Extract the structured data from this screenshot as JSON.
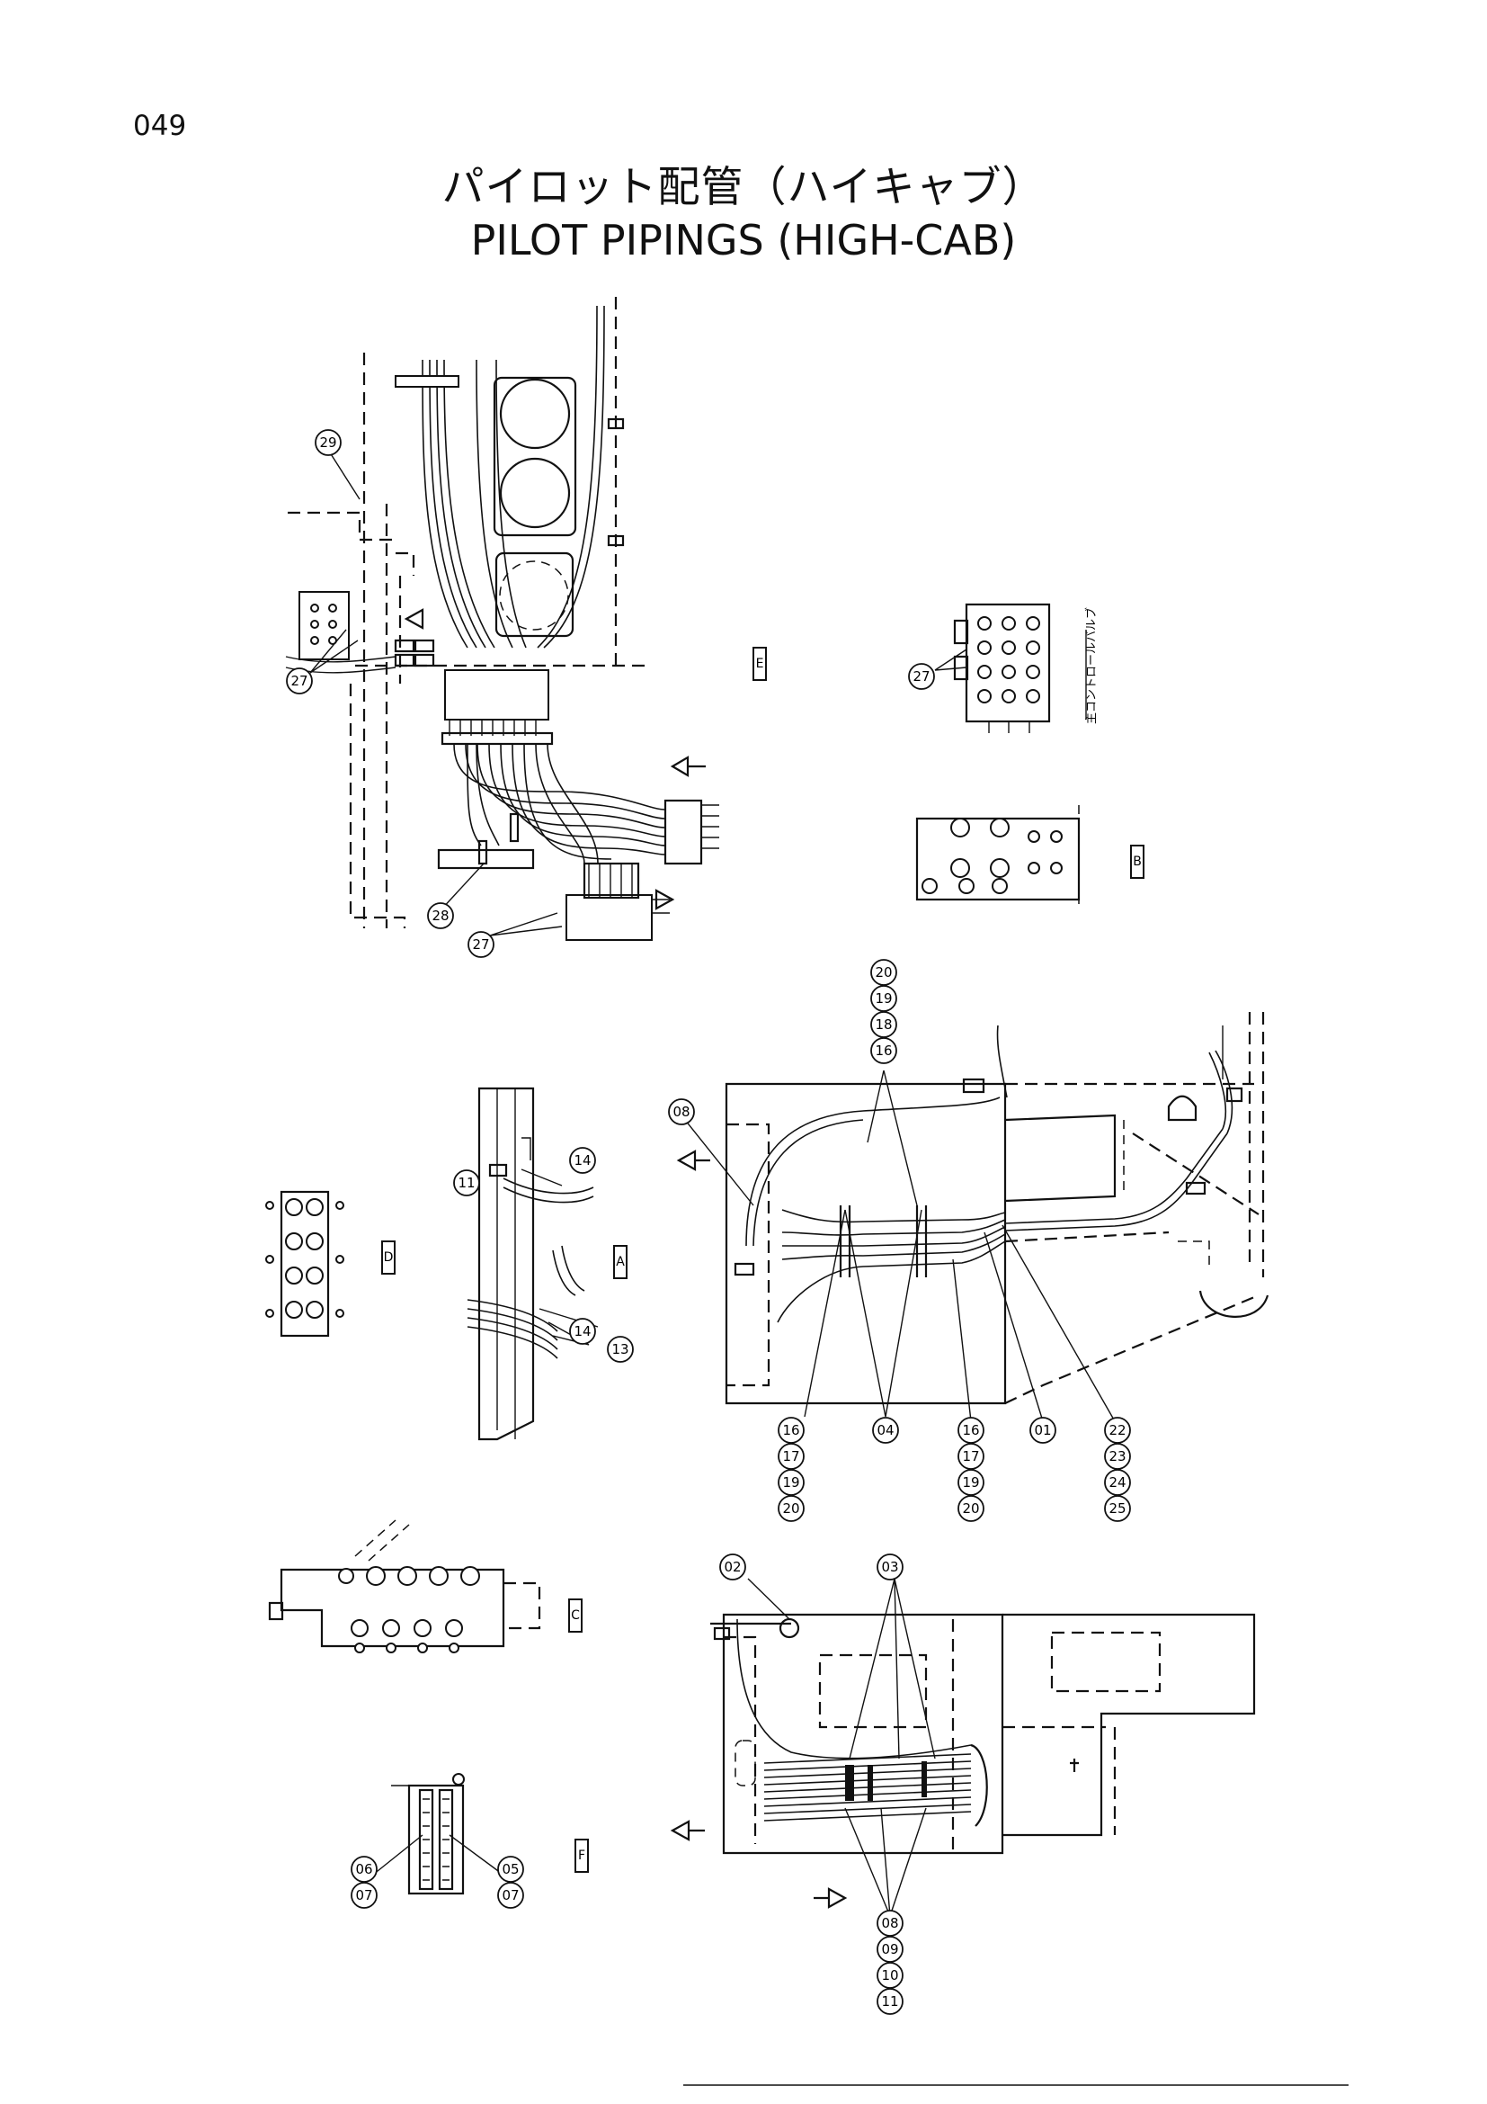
{
  "page": {
    "number": "049",
    "title_jp": "パイロット配管（ハイキャブ）",
    "title_en": "PILOT PIPINGS (HIGH-CAB)"
  },
  "diagram": {
    "view_labels": {
      "A": "A",
      "B": "B",
      "C": "C",
      "D": "D",
      "E": "E",
      "F": "F"
    },
    "note_jp": "主コントロールバルブ",
    "callouts": {
      "c01": "01",
      "c02": "02",
      "c03": "03",
      "c04": "04",
      "c05": "05",
      "c06": "06",
      "c07a": "07",
      "c07b": "07",
      "c08": "08",
      "c09": "09",
      "c10": "10",
      "c11a": "11",
      "c11b": "11",
      "c13": "13",
      "c14a": "14",
      "c14b": "14",
      "c16a": "16",
      "c16b": "16",
      "c16c": "16",
      "c17a": "17",
      "c17b": "17",
      "c18": "18",
      "c19a": "19",
      "c19b": "19",
      "c19c": "19",
      "c20a": "20",
      "c20b": "20",
      "c20c": "20",
      "c22": "22",
      "c23": "23",
      "c24": "24",
      "c25": "25",
      "c27a": "27",
      "c27b": "27",
      "c27c": "27",
      "c28": "28",
      "c29": "29"
    }
  }
}
